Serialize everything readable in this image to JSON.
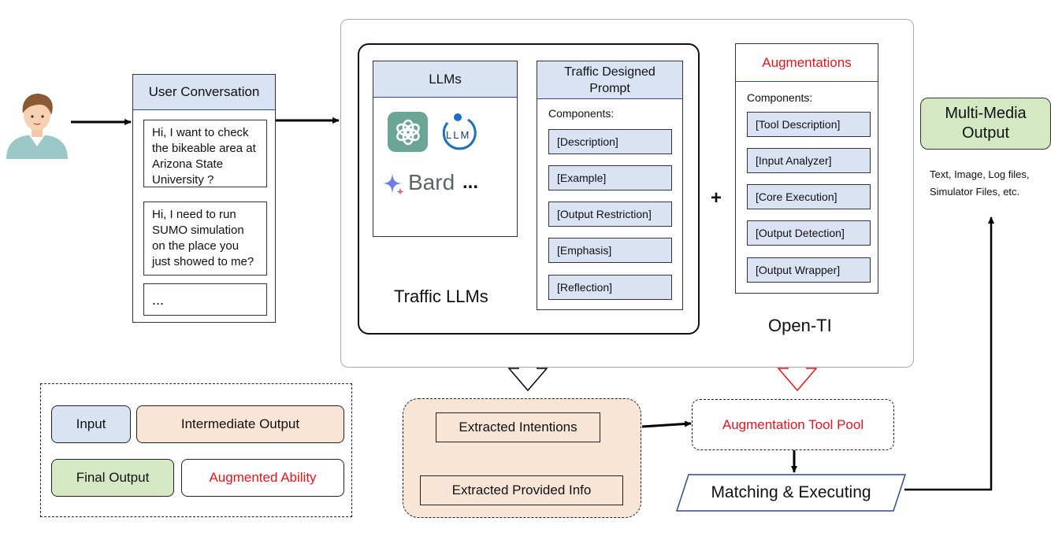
{
  "user_conversation": {
    "title": "User Conversation",
    "messages": [
      "Hi, I want to check the bikeable area at Arizona State University ?",
      "Hi, I need to run SUMO simulation on the place you just showed to me?",
      "..."
    ]
  },
  "llms": {
    "title": "LLMs",
    "logos": [
      "chatgpt-logo",
      "llm-logo"
    ],
    "bard_label": "Bard",
    "ellipsis": "..."
  },
  "traffic_llms_label": "Traffic LLMs",
  "prompt": {
    "title": "Traffic Designed Prompt",
    "components_label": "Components:",
    "components": [
      "[Description]",
      "[Example]",
      "[Output Restriction]",
      "[Emphasis]",
      "[Reflection]"
    ]
  },
  "plus": "+",
  "augmentations": {
    "title": "Augmentations",
    "components_label": "Components:",
    "components": [
      "[Tool Description]",
      "[Input Analyzer]",
      "[Core Execution]",
      "[Output Detection]",
      "[Output Wrapper]"
    ]
  },
  "open_ti_label": "Open-TI",
  "output": {
    "title": "Multi-Media Output",
    "description": "Text, Image, Log files, Simulator Files, etc."
  },
  "extracted": {
    "intentions": "Extracted Intentions",
    "provided_info": "Extracted Provided Info"
  },
  "tool_pool": "Augmentation Tool Pool",
  "matching": "Matching & Executing",
  "legend": {
    "input": "Input",
    "intermediate": "Intermediate Output",
    "final": "Final Output",
    "augmented": "Augmented Ability"
  },
  "colors": {
    "input_blue": "#dae3f3",
    "intermediate_tan": "#f8e5d6",
    "final_green": "#d5e8c4",
    "augmented_red": "#e8141c"
  }
}
